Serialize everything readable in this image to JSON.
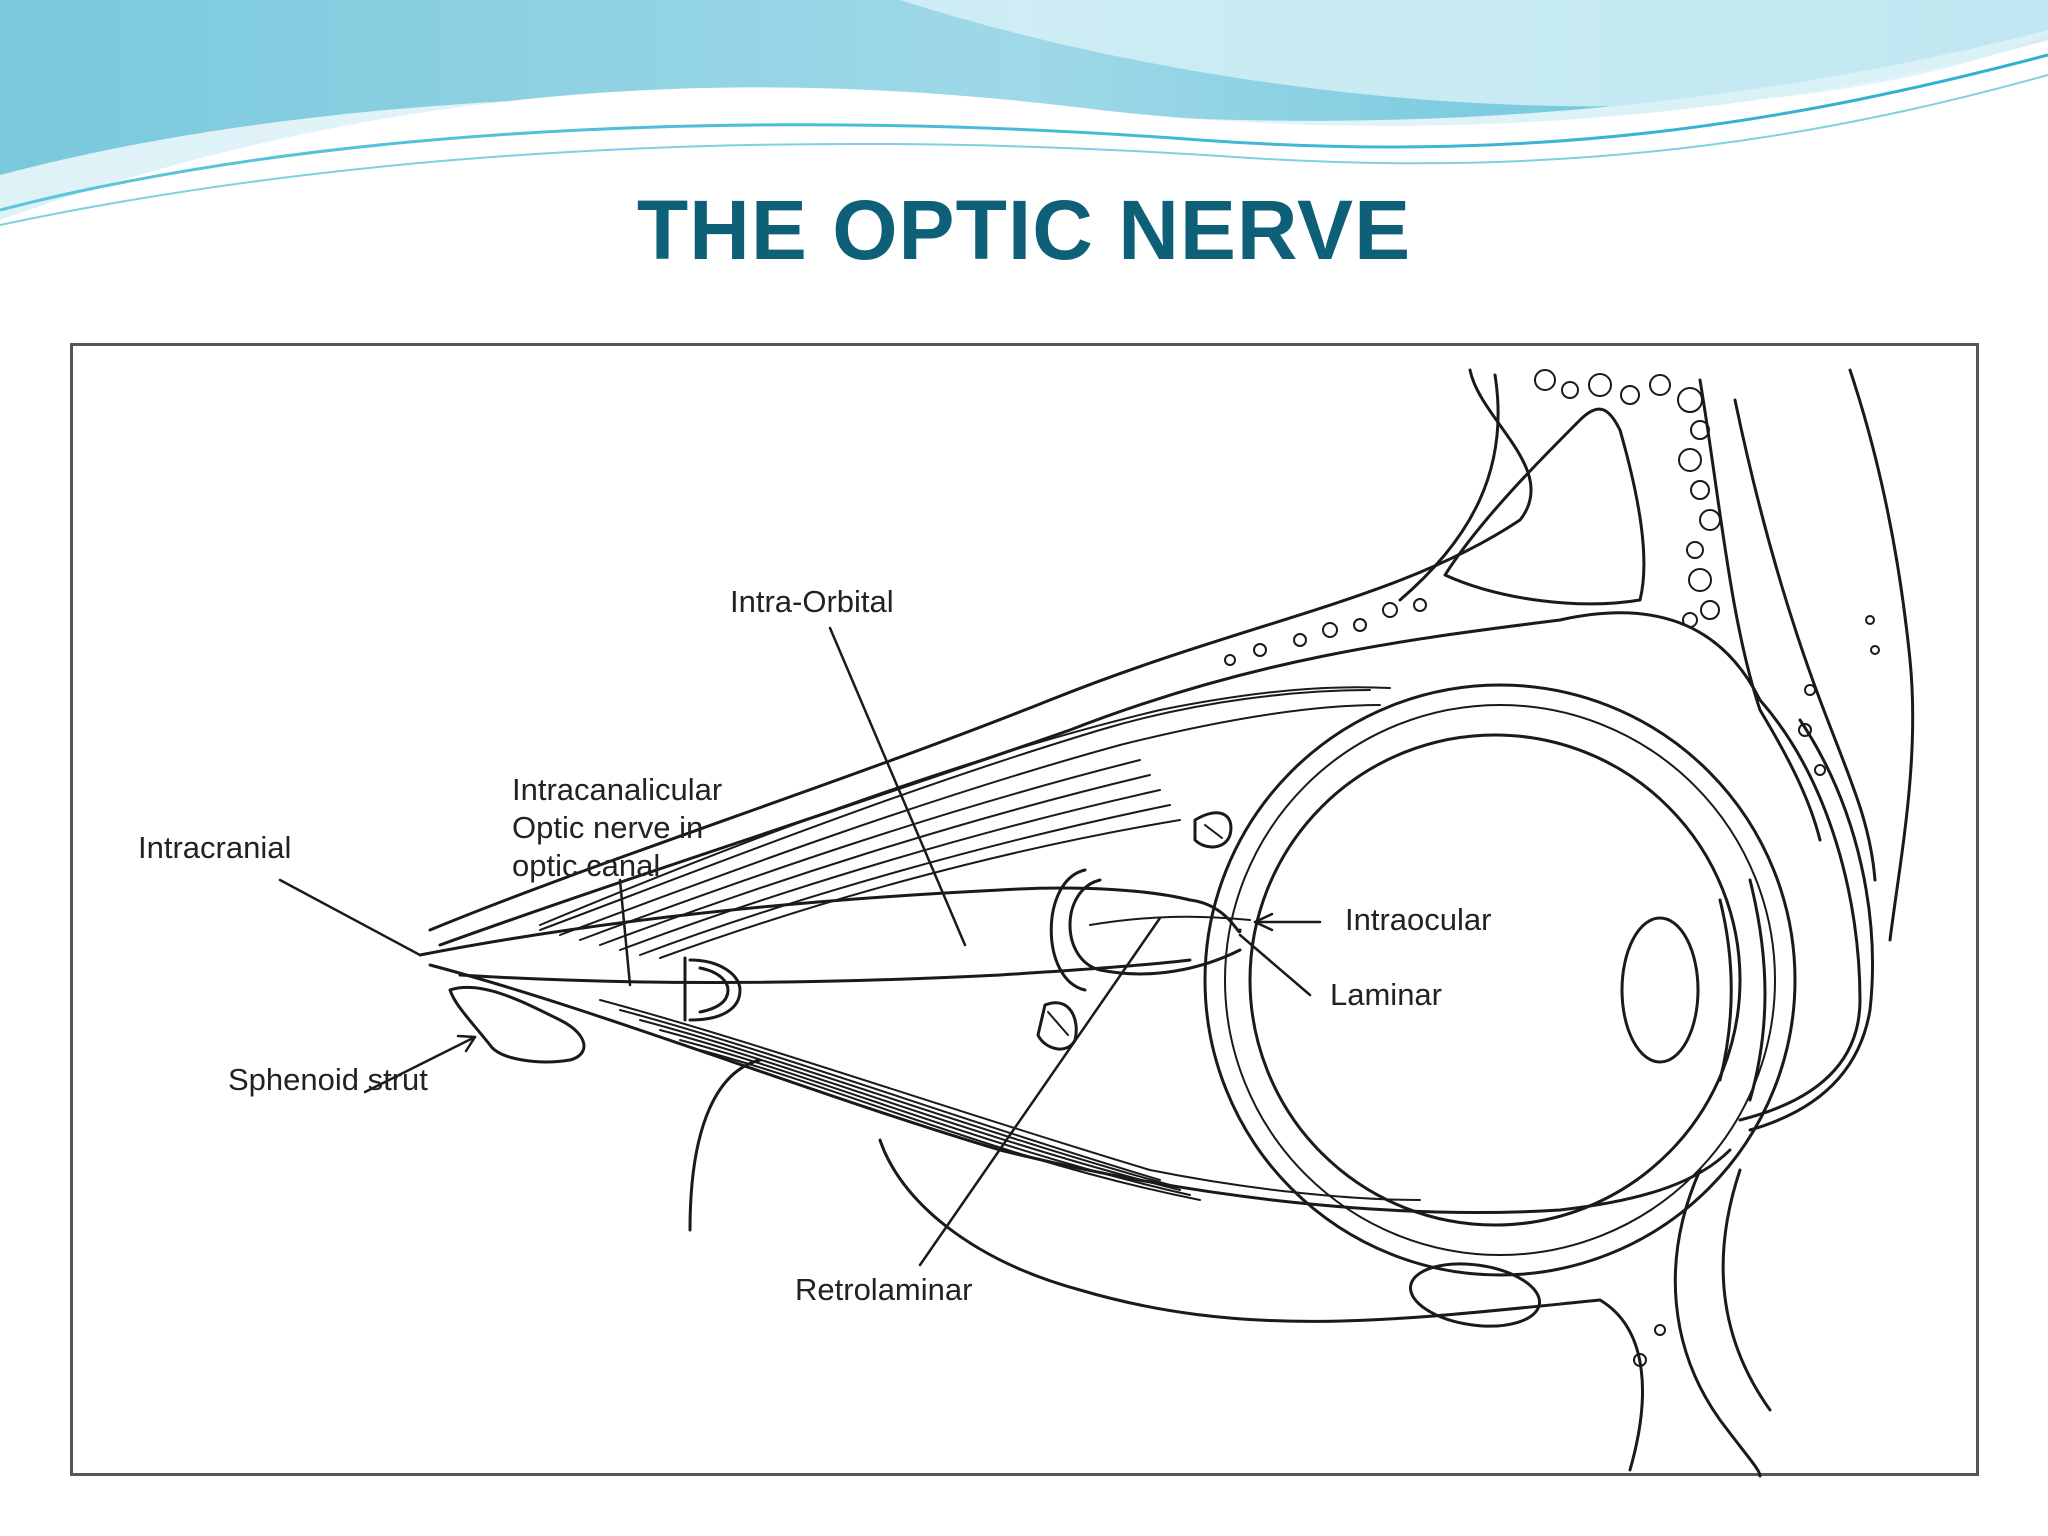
{
  "slide": {
    "title": "THE OPTIC NERVE"
  },
  "diagram": {
    "labels": {
      "intra_orbital": "Intra-Orbital",
      "intracanalicular_line1": "Intracanalicular",
      "intracanalicular_line2": "Optic nerve in",
      "intracanalicular_line3": "optic canal",
      "intracranial": "Intracranial",
      "intraocular": "Intraocular",
      "laminar": "Laminar",
      "sphenoid_strut": "Sphenoid strut",
      "retrolaminar": "Retrolaminar"
    }
  },
  "colors": {
    "title": "#0e5f78",
    "wave_dark": "#5bbfd6",
    "wave_light": "#a8e0ec",
    "line_art": "#1a1a1a"
  }
}
